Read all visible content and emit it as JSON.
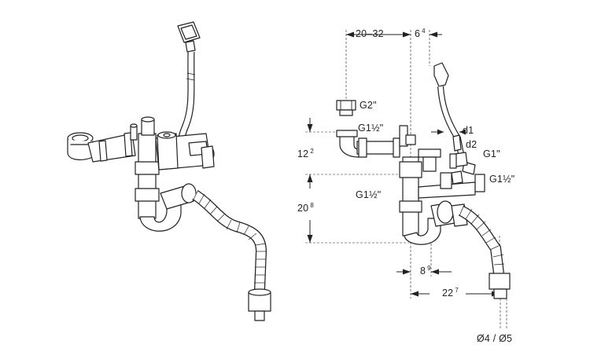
{
  "labels": {
    "dim_top_range": "20–32",
    "dim_top_small": {
      "base": "6",
      "sup": "4"
    },
    "thread_g2": "G2\"",
    "thread_g1half_top": "G1½\"",
    "d1": "d1",
    "d2": "d2",
    "thread_g1": "G1\"",
    "thread_g1half_right": "G1½\"",
    "thread_g1half_mid": "G1½\"",
    "dim_left_upper": {
      "base": "12",
      "sup": "2"
    },
    "dim_left_lower": {
      "base": "20",
      "sup": "8"
    },
    "dim_bottom_small": {
      "base": "8",
      "sup": "9"
    },
    "dim_bottom_large": {
      "base": "22",
      "sup": "7"
    },
    "diameter_range": "Ø4 / Ø5"
  },
  "colors": {
    "line": "#222222",
    "background": "#ffffff",
    "shade": "#cfcfcf"
  }
}
